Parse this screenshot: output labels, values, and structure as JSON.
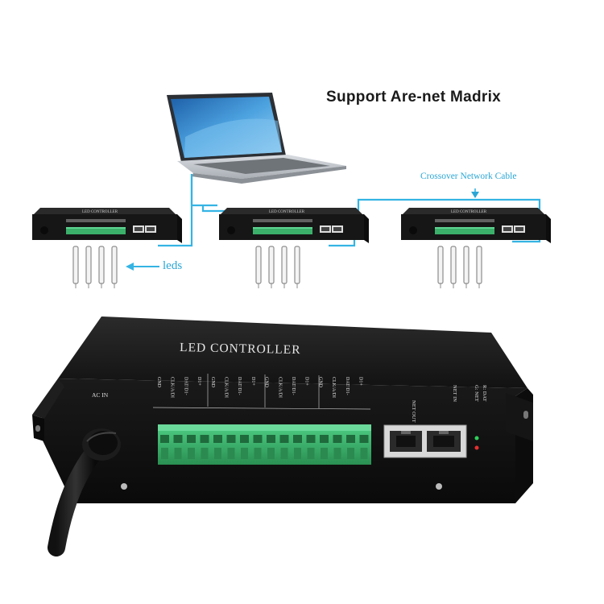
{
  "headline": "Support  Are-net  Madrix",
  "cable_label": "Crossover Network Cable",
  "leds_label": "leds",
  "device": {
    "title": "LED CONTROLLER",
    "power_label": "AC IN",
    "port_out_label": "NET OUT",
    "port_in_label": "NET IN",
    "led_legend": [
      "G: NET",
      "R: DAT"
    ],
    "pin_labels": [
      "GND",
      "CLK/A/DI",
      "DAT/D1-",
      "D1+",
      "GND",
      "CLK/A/DI",
      "DAT/D1-",
      "D1+",
      "GND",
      "CLK/A/DI",
      "DAT/D1-",
      "D1+",
      "GND",
      "CLK/A/DI",
      "DAT/D1-",
      "D1+"
    ]
  },
  "colors": {
    "cable": "#35b4e4",
    "terminal_green": "#3bb06a",
    "chassis": "#151515"
  }
}
